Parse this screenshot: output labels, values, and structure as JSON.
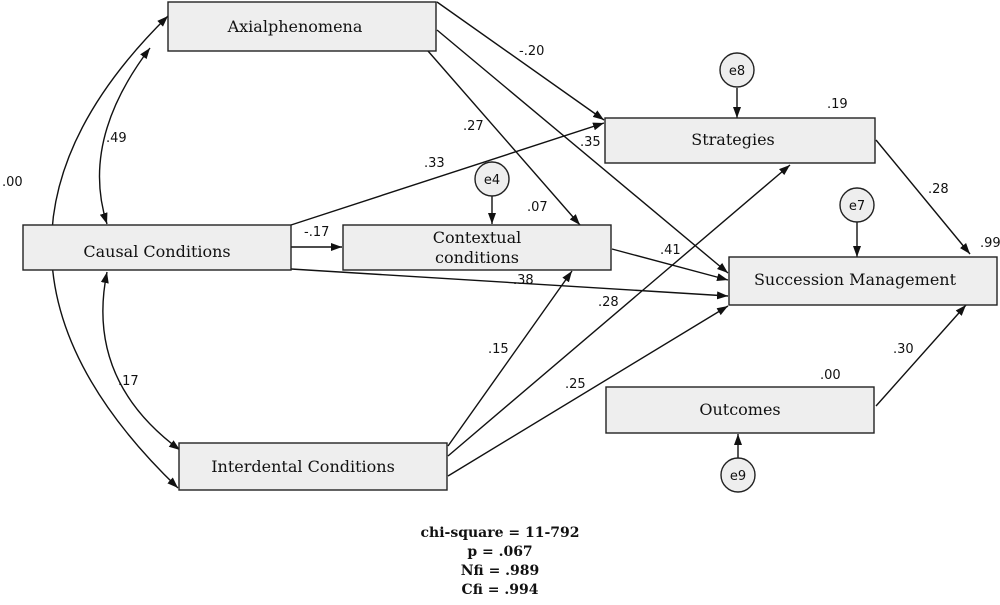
{
  "nodes": {
    "axial": "Axialphenomena",
    "causal": "Causal Conditions",
    "contextual_line1": "Contextual",
    "contextual_line2": "conditions",
    "interdental": "Interdental Conditions",
    "strategies": "Strategies",
    "succession": "Succession Management",
    "outcomes": "Outcomes"
  },
  "errors": {
    "e4": "e4",
    "e7": "e7",
    "e8": "e8",
    "e9": "e9"
  },
  "r_squared": {
    "strategies": ".19",
    "contextual": ".07",
    "succession": ".99",
    "outcomes": ".00"
  },
  "paths": {
    "axial_strategies": "-.20",
    "axial_contextual": ".27",
    "axial_succession": ".35",
    "causal_strategies": ".33",
    "causal_contextual": "-.17",
    "causal_succession": ".38",
    "contextual_succession": ".41",
    "interdental_contextual": ".15",
    "interdental_strategies": ".28",
    "interdental_succession": ".25",
    "strategies_succession": ".28",
    "outcomes_succession": ".30"
  },
  "correlations": {
    "axial_causal": ".49",
    "causal_interdental": ".17",
    "axial_interdental": ".00"
  },
  "fit": {
    "chi_square": "chi-square = 11-792",
    "p": "p = .067",
    "nfi": "Nfi = .989",
    "cfi": "Cfi = .994"
  }
}
